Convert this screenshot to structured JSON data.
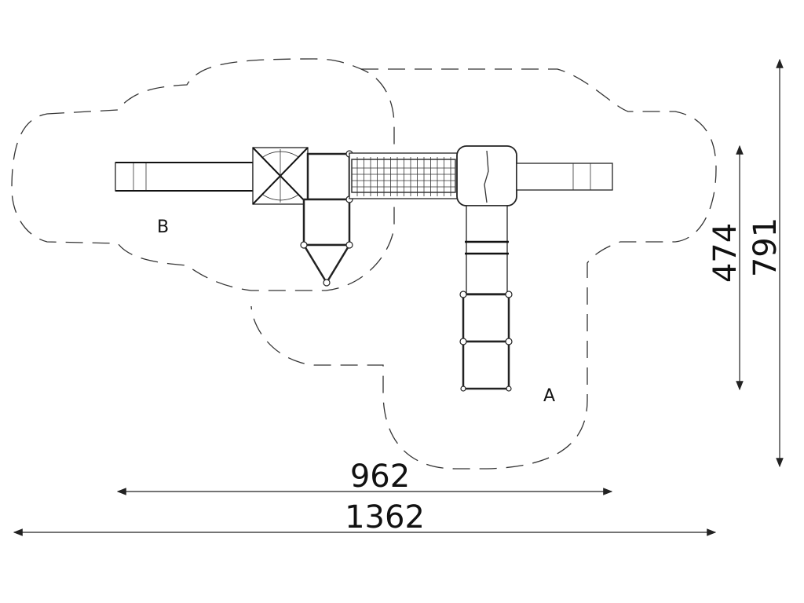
{
  "zones": {
    "a": "A",
    "b": "B"
  },
  "dimensions": {
    "equipment_width": "962",
    "total_width": "1362",
    "equipment_depth": "474",
    "total_depth": "791"
  }
}
